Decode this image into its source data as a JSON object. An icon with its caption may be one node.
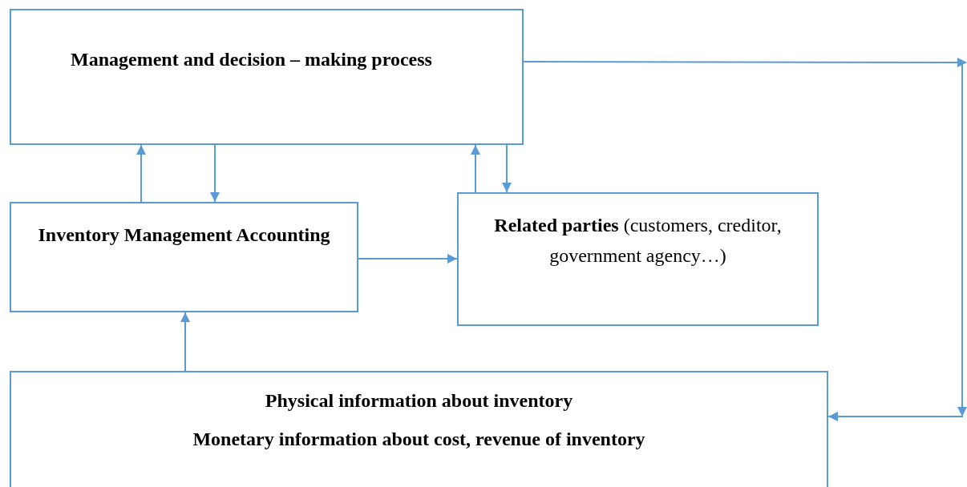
{
  "diagram": {
    "nodes": [
      {
        "text": [
          "Management and decision – making process"
        ]
      },
      {
        "text": [
          "Inventory Management Accounting"
        ]
      },
      {
        "text": [
          "**Related parties** (customers, creditor, government agency…)"
        ]
      },
      {
        "text": [
          "Physical information about inventory",
          "Monetary information about cost, revenue of inventory"
        ]
      }
    ],
    "edges": [
      {
        "from": 1,
        "to": 0,
        "arrow": "to"
      },
      {
        "from": 0,
        "to": 1,
        "arrow": "to"
      },
      {
        "from": 2,
        "to": 0,
        "arrow": "to"
      },
      {
        "from": 0,
        "to": 2,
        "arrow": "to"
      },
      {
        "from": 1,
        "to": 2,
        "arrow": "to"
      },
      {
        "from": 3,
        "to": 1,
        "arrow": "to"
      },
      {
        "from": 0,
        "to": 3,
        "arrow": "to"
      }
    ]
  }
}
